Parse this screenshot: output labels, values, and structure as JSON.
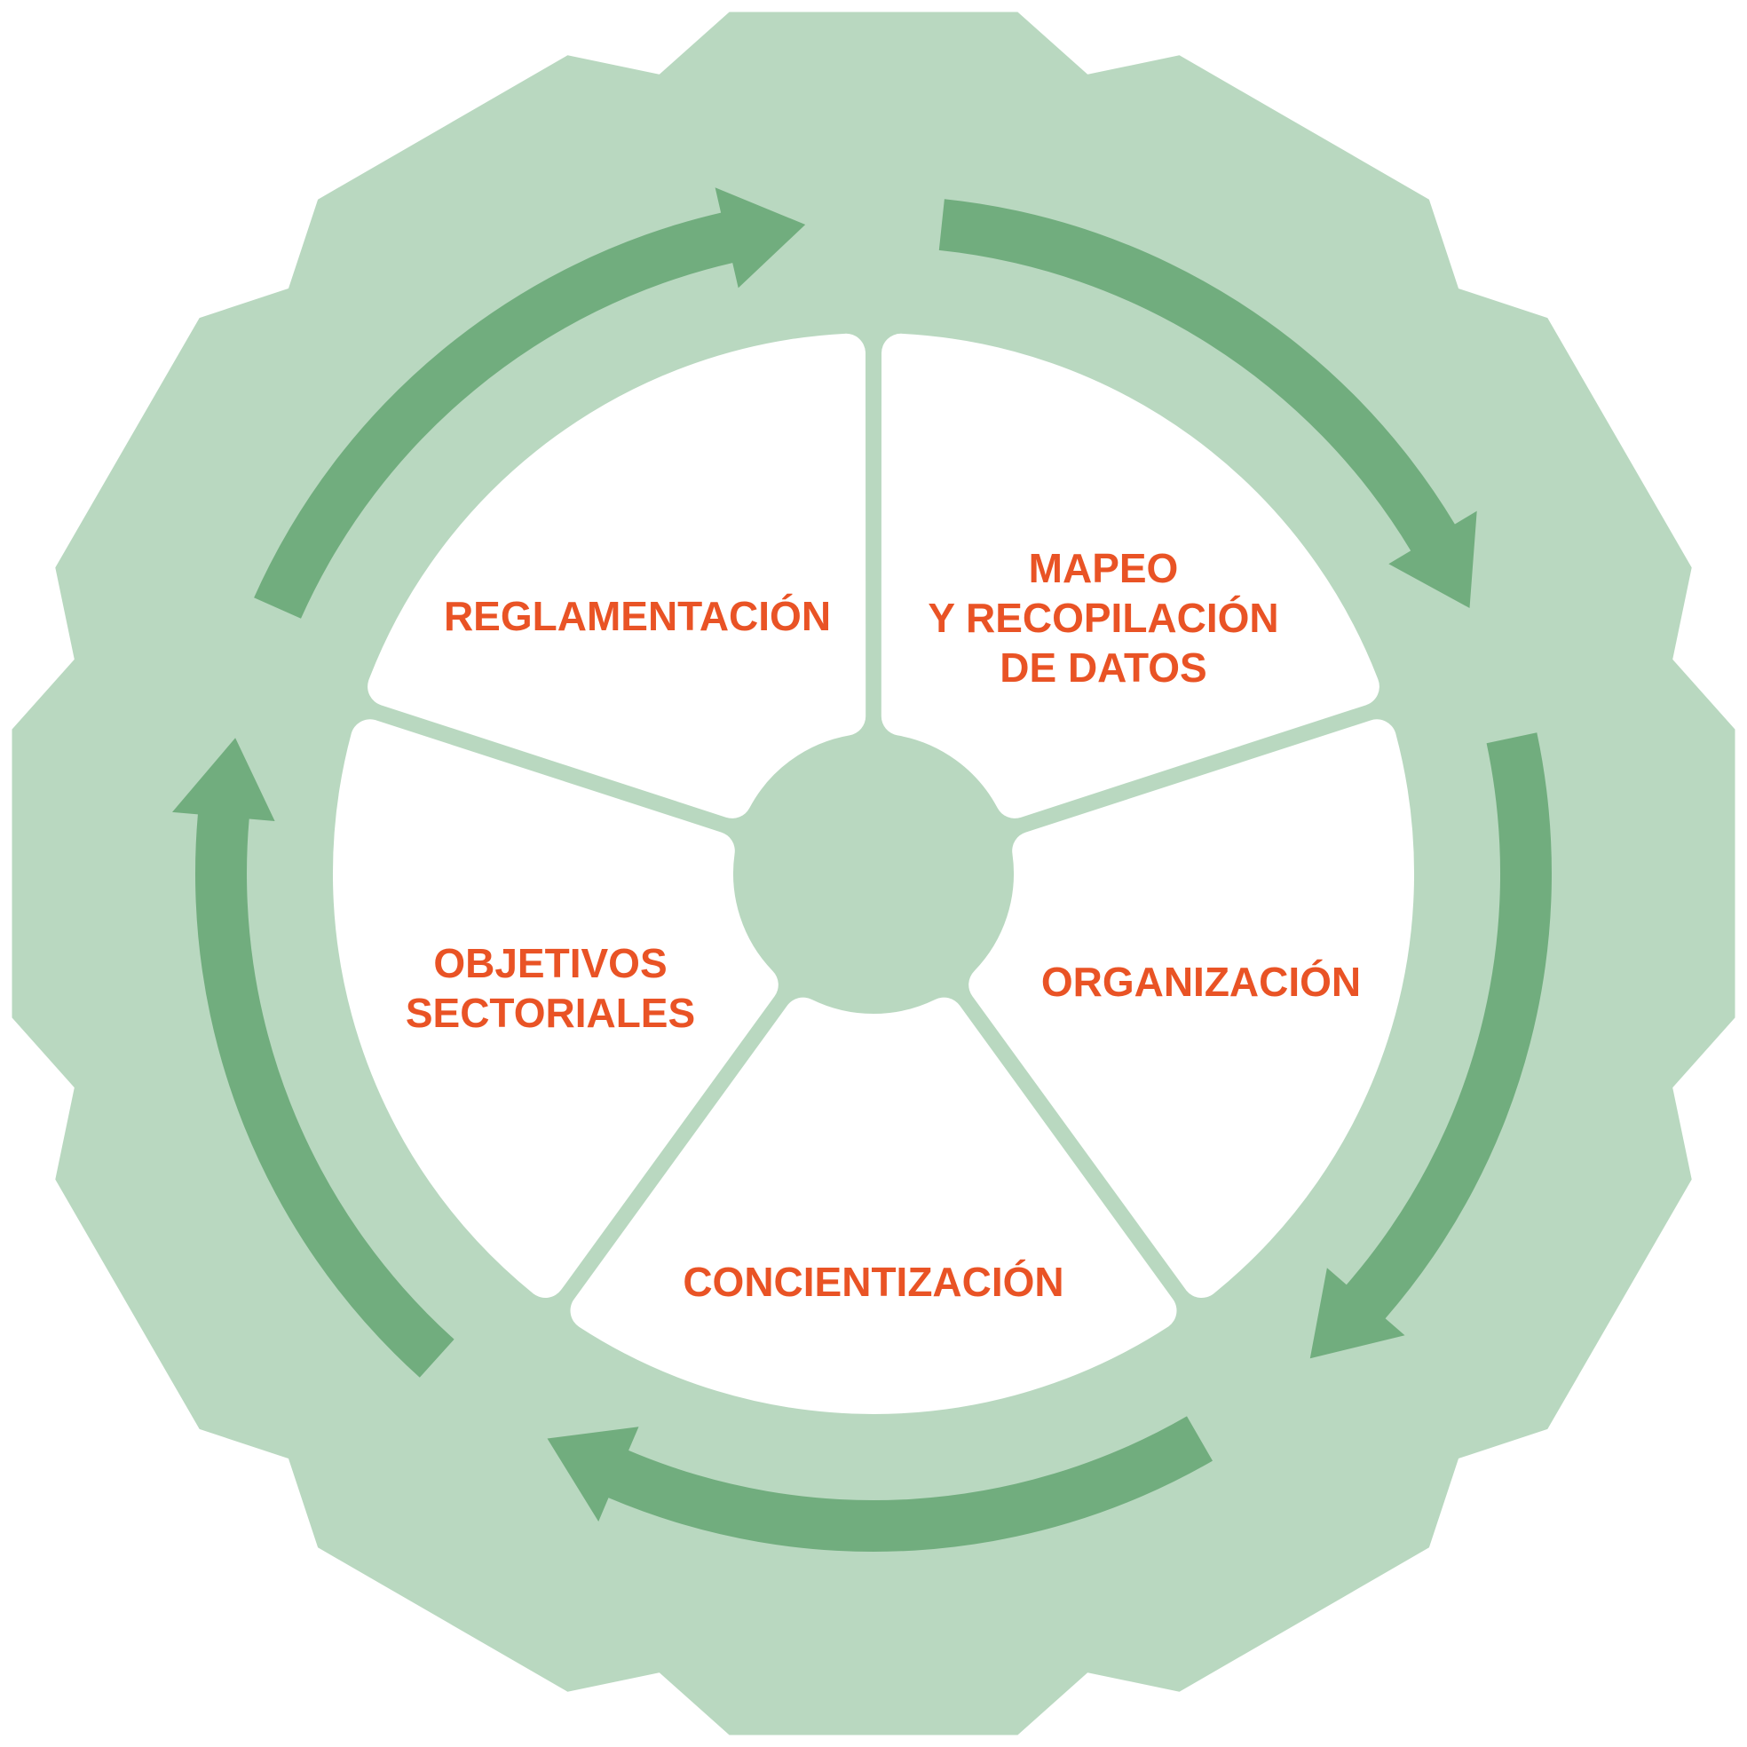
{
  "colors": {
    "gear": "#b9d8c0",
    "arrows": "#71ad7e",
    "segment_fill": "#ffffff",
    "label_text": "#e95325"
  },
  "diagram": {
    "shape": "gear",
    "cycle_direction": "clockwise",
    "segments": [
      {
        "id": "reglamentacion",
        "lines": [
          "REGLAMENTACIÓN"
        ]
      },
      {
        "id": "mapeo",
        "lines": [
          "MAPEO",
          "Y RECOPILACIÓN",
          "DE DATOS"
        ]
      },
      {
        "id": "organizacion",
        "lines": [
          "ORGANIZACIÓN"
        ]
      },
      {
        "id": "concientizacion",
        "lines": [
          "CONCIENTIZACIÓN"
        ]
      },
      {
        "id": "objetivos",
        "lines": [
          "OBJETIVOS",
          "SECTORIALES"
        ]
      }
    ]
  }
}
